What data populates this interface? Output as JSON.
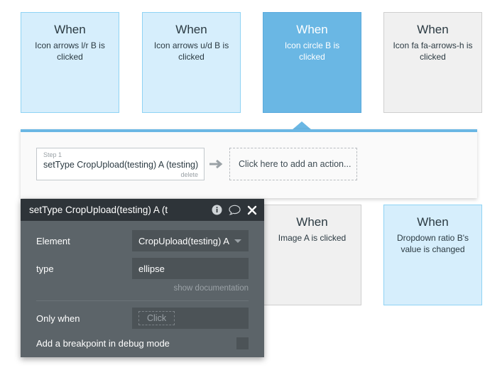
{
  "workflow": {
    "events": [
      {
        "title": "When",
        "subtitle": "Icon arrows l/r B is clicked",
        "style": "blue"
      },
      {
        "title": "When",
        "subtitle": "Icon arrows u/d B is clicked",
        "style": "blue"
      },
      {
        "title": "When",
        "subtitle": "Icon circle B is clicked",
        "style": "selected"
      },
      {
        "title": "When",
        "subtitle": "Icon fa fa-arrows-h is clicked",
        "style": "grey"
      },
      {
        "title": "When",
        "subtitle": "Image A is clicked",
        "style": "grey"
      },
      {
        "title": "When",
        "subtitle": "Dropdown ratio B's value is changed",
        "style": "blue"
      }
    ],
    "step": {
      "number_label": "Step 1",
      "text": "setType CropUpload(testing) A (testing)",
      "delete_label": "delete"
    },
    "add_action_text": "Click here to add an action..."
  },
  "dialog": {
    "title": "setType CropUpload(testing) A (t",
    "icons": {
      "info": "info-icon",
      "comment": "comment-icon",
      "close": "close-icon"
    },
    "fields": [
      {
        "label": "Element",
        "value": "CropUpload(testing) A",
        "type": "dropdown"
      },
      {
        "label": "type",
        "value": "ellipse",
        "type": "text"
      }
    ],
    "show_documentation": "show documentation",
    "only_when": {
      "label": "Only when",
      "placeholder": "Click"
    },
    "breakpoint": {
      "label": "Add a breakpoint in debug mode",
      "checked": false
    }
  },
  "colors": {
    "accent_blue": "#6ab7e4",
    "card_blue_fill": "#d6eefc",
    "card_blue_border": "#8fd3f4",
    "card_grey_fill": "#f0f0f0",
    "dialog_header": "#2e3439",
    "dialog_body": "#5c6469"
  }
}
